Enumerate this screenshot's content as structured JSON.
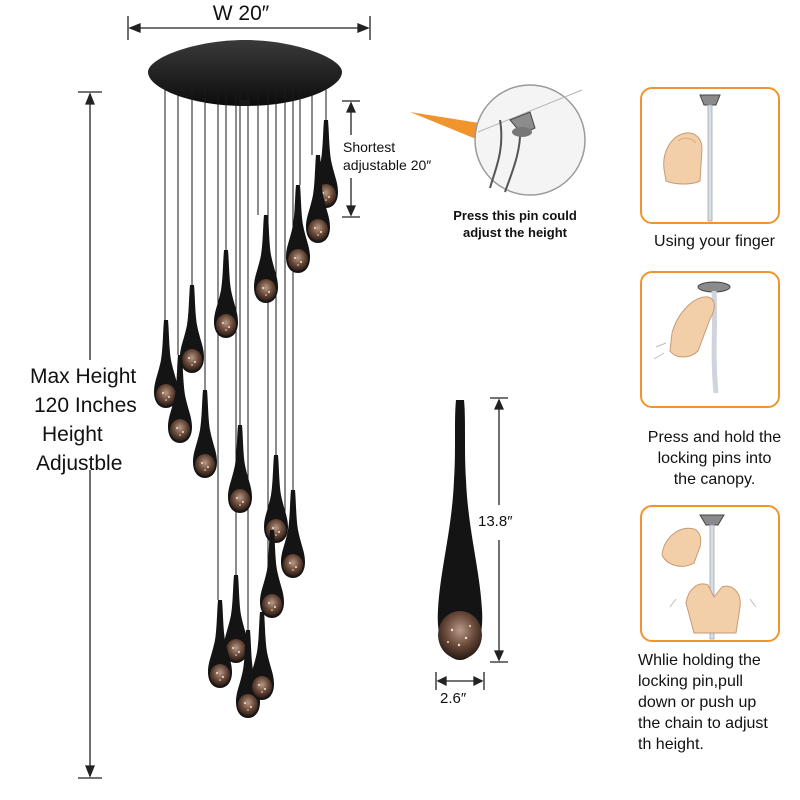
{
  "dimensions": {
    "width": "W 20″",
    "max_height_lines": [
      "Max Height",
      "120 Inches",
      "Height",
      "Adjustble"
    ],
    "shortest_lines": [
      "Shortest",
      "adjustable 20″"
    ],
    "pendant_height": "13.8″",
    "pendant_width": "2.6″"
  },
  "pin_caption_lines": [
    "Press this pin could",
    "adjust the height"
  ],
  "steps": [
    {
      "lines": [
        "Using your finger"
      ]
    },
    {
      "lines": [
        "Press and hold the",
        "locking pins into",
        "the canopy."
      ]
    },
    {
      "lines": [
        "Whlie holding the",
        "locking pin,pull",
        "down or push up",
        "the chain to adjust",
        "th height."
      ]
    }
  ],
  "colors": {
    "accent": "#f0952e",
    "fixture": "#141414",
    "glass": "#6a4a3a"
  }
}
